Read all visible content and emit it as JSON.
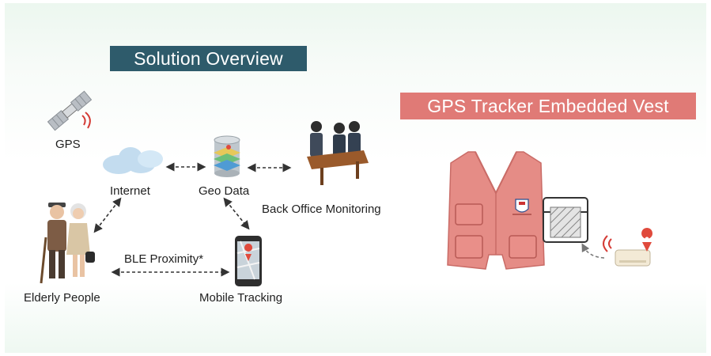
{
  "overview": {
    "title": "Solution Overview",
    "title_bg": "#2e5b6b",
    "labels": {
      "gps": "GPS",
      "internet": "Internet",
      "geo_data": "Geo Data",
      "back_office": "Back Office Monitoring",
      "elderly": "Elderly People",
      "ble": "BLE Proximity*",
      "mobile": "Mobile Tracking"
    },
    "icons": [
      "satellite-icon",
      "cloud-icon",
      "database-icon",
      "meeting-people-icon",
      "elderly-couple-icon",
      "smartphone-map-icon"
    ]
  },
  "vest": {
    "title": "GPS Tracker Embedded Vest",
    "title_bg": "#e07a76",
    "vest_color": "#e58c86",
    "icons": [
      "vest-icon",
      "vest-pocket-icon",
      "tracker-device-icon",
      "location-pin-icon"
    ]
  }
}
